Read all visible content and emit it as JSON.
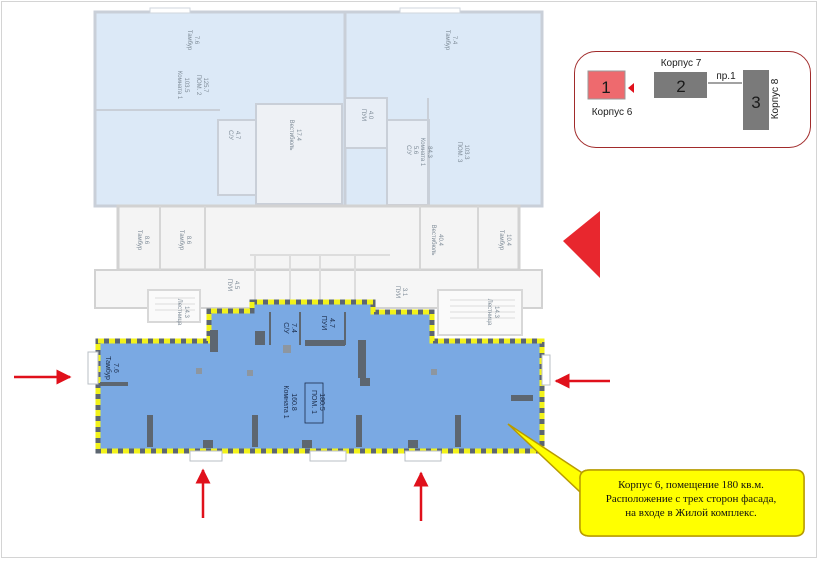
{
  "plan": {
    "upper_rooms": [
      {
        "name": "Тамбур",
        "area": "7.6"
      },
      {
        "name": "ПОМ. 2",
        "area": "125.7"
      },
      {
        "name": "Комната 1",
        "area": "103.5"
      },
      {
        "name": "С/У",
        "area": "4.7"
      },
      {
        "name": "Тамбур",
        "area": "7.4"
      },
      {
        "name": "ПУИ",
        "area": "4.0"
      },
      {
        "name": "Комната 1",
        "area": "84.3"
      },
      {
        "name": "ПОМ. 3",
        "area": "103.3"
      },
      {
        "name": "С/У",
        "area": "5.6"
      },
      {
        "name": "Вестибюль",
        "area": "17.4"
      }
    ],
    "lobby_rooms": [
      {
        "name": "Тамбур",
        "area": "8.6"
      },
      {
        "name": "Тамбур",
        "area": "8.6"
      },
      {
        "name": "Вестибюль",
        "area": "40.4"
      },
      {
        "name": "Тамбур",
        "area": "10.4"
      },
      {
        "name": "ПУИ",
        "area": "4.5"
      },
      {
        "name": "ПУИ",
        "area": "3.1"
      },
      {
        "name": "Лестница",
        "area": "14.3"
      },
      {
        "name": "Лестница",
        "area": "14.3"
      }
    ],
    "unit": {
      "pom_label": "ПОМ. 1",
      "total_area": "180.5",
      "room_label": "Комната 1",
      "room_area": "160.8",
      "su_label": "С/У",
      "su_area": "7.4",
      "pui_label": "ПУИ",
      "pui_area": "4.7",
      "tambur_label": "Тамбур",
      "tambur_area": "7.6"
    }
  },
  "keyplan": {
    "label_korpus7": "Корпус 7",
    "label_korpus6": "Корпус 6",
    "label_korpus8": "Корпус 8",
    "label_pr1": "пр.1",
    "b1": "1",
    "b2": "2",
    "b3": "3"
  },
  "callout": {
    "lines": [
      "Корпус 6, помещение 180 кв.м.",
      "Расположение с трех сторон фасада,",
      "на входе в Жилой комплекс."
    ]
  },
  "colors": {
    "unit_fill": "#7aa9e3",
    "hatch_yellow": "#f2f21a",
    "arrow_red": "#e0101b",
    "callout_fill": "#ffff00",
    "upper_fill": "#dce9f7",
    "keyplan_border": "#a12b2b",
    "block_gray": "#7a7a7a",
    "block1_fill": "#ee6a6e"
  }
}
